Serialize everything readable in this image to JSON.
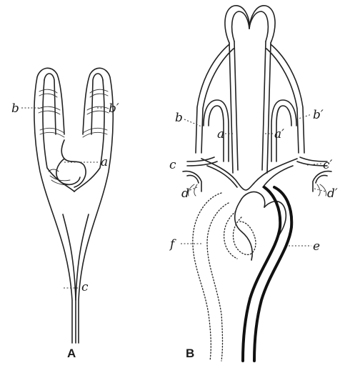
{
  "figure_a": {
    "caption": "A",
    "labels": {
      "b": "b",
      "b_prime": "b′",
      "a": "a",
      "c": "c"
    }
  },
  "figure_b": {
    "caption": "B",
    "labels": {
      "b": "b",
      "b_prime": "b′",
      "a": "a",
      "a_prime": "a′",
      "c": "c",
      "c_prime": "c′",
      "d": "d",
      "d_prime": "d′",
      "e": "e",
      "f": "f"
    }
  }
}
